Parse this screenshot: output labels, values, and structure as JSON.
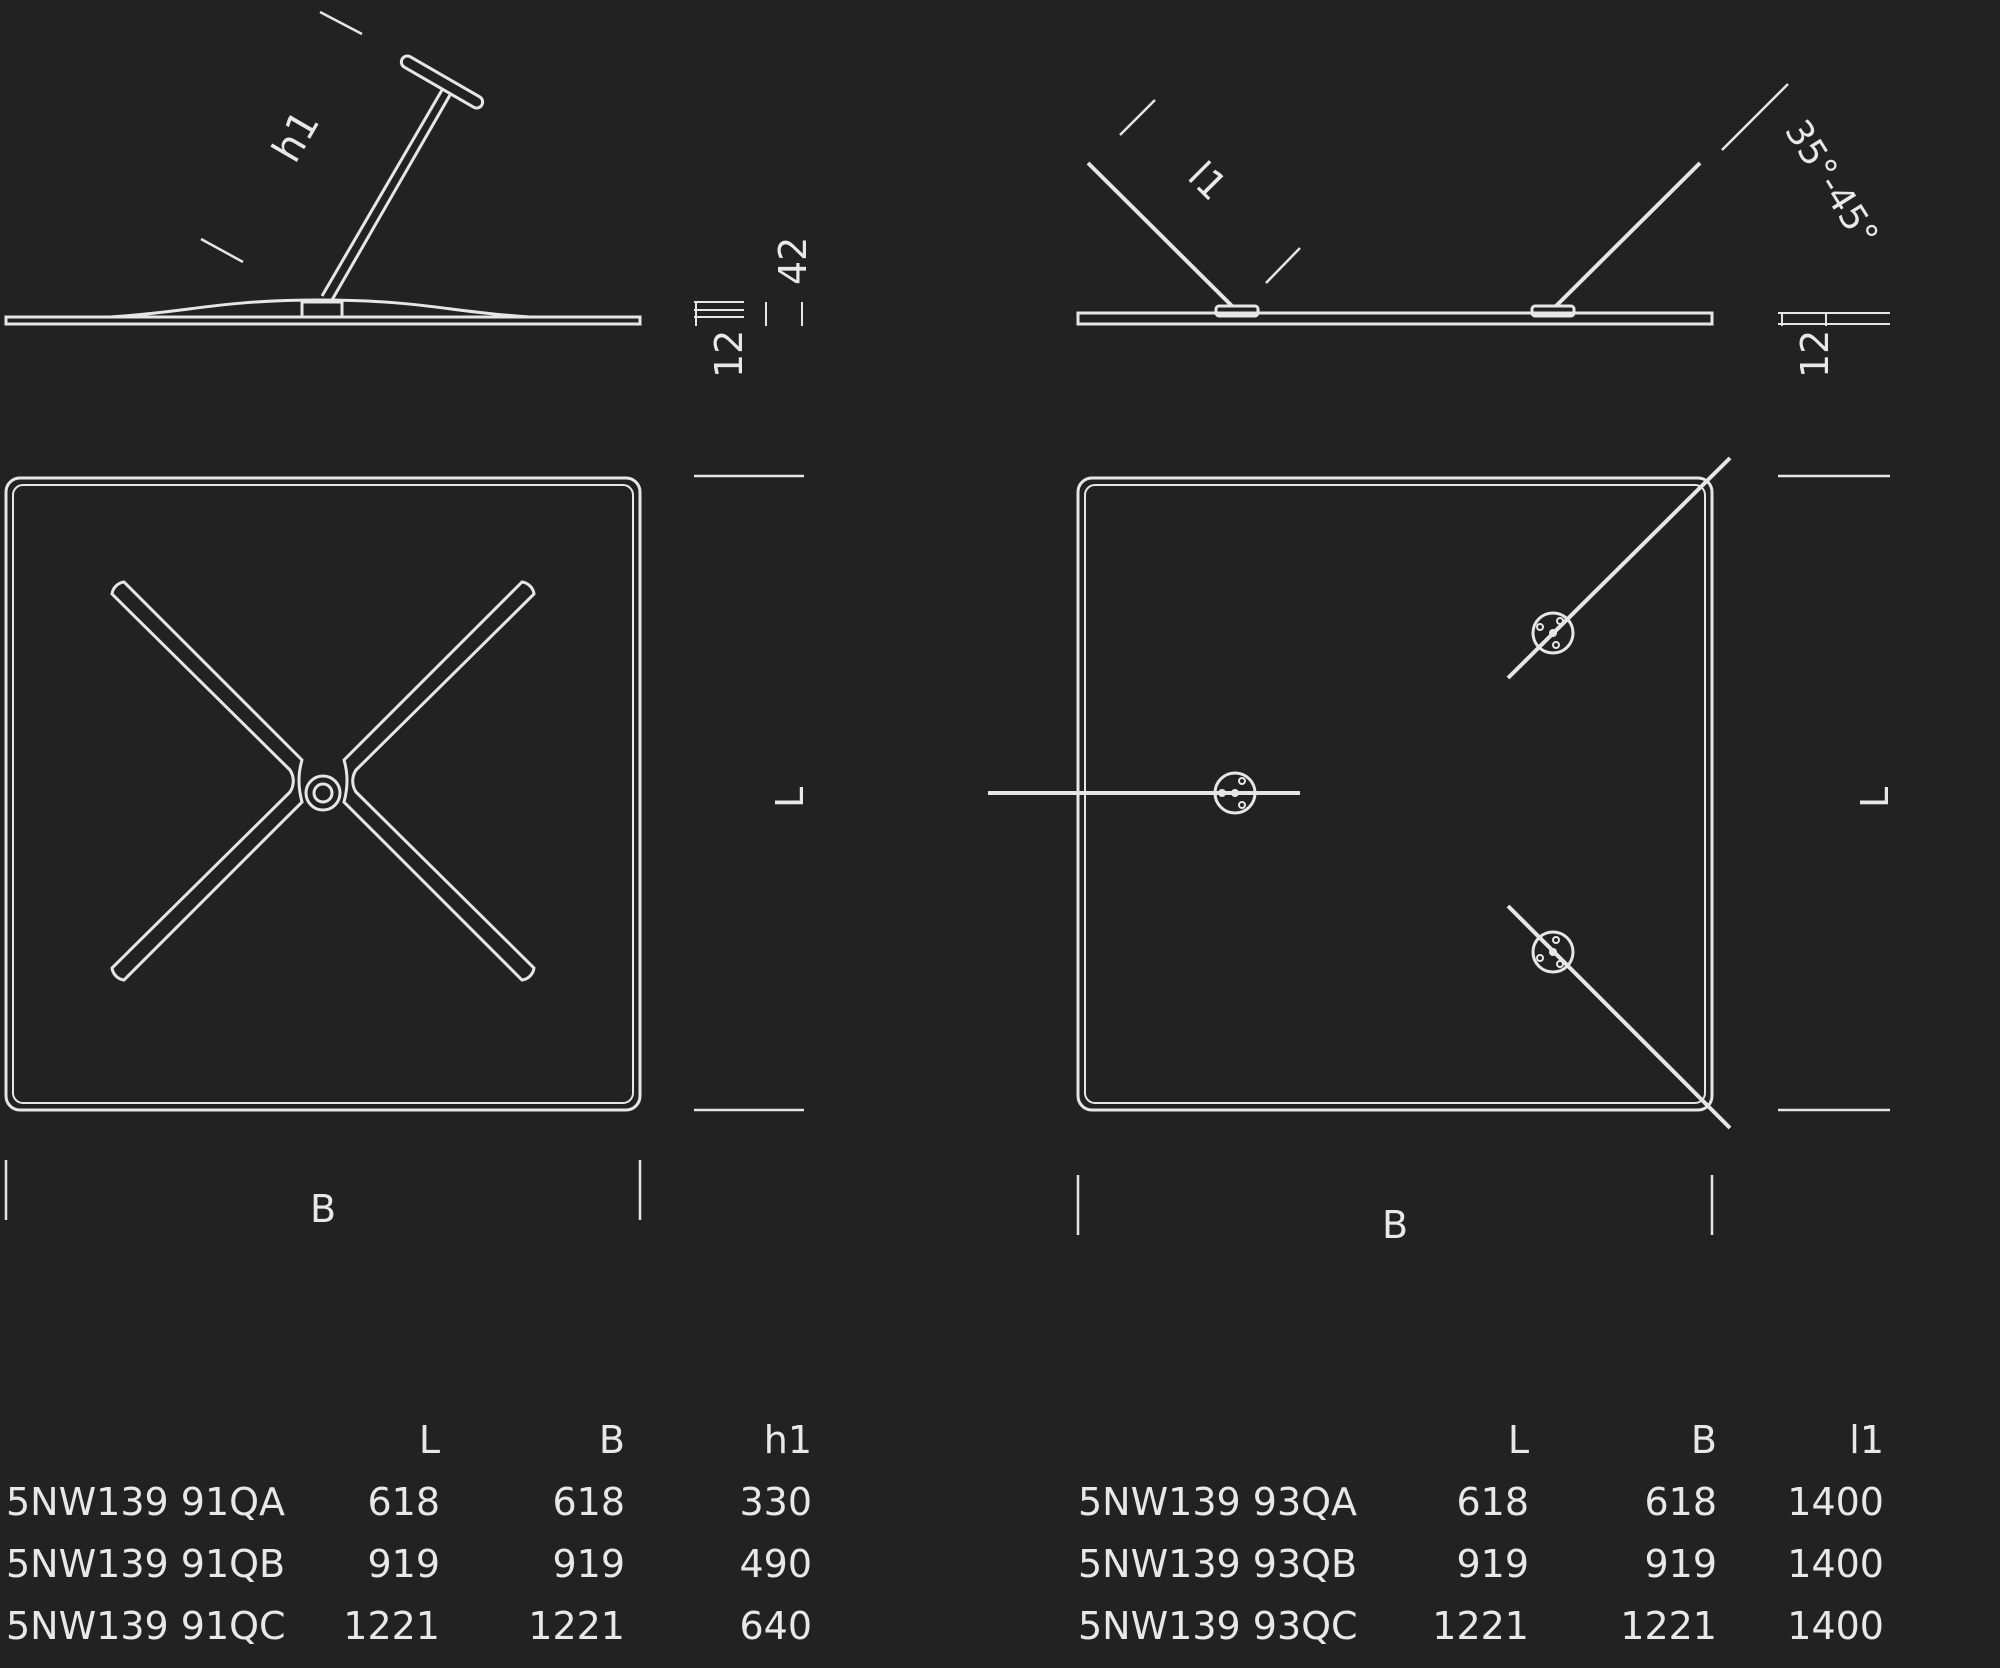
{
  "colors": {
    "background": "#222222",
    "line": "#e6e6e6",
    "text": "#e8e8e8"
  },
  "left_drawing": {
    "side_label_h": "h1",
    "dim_thickness": "12",
    "dim_height": "42",
    "plan_label_length": "L",
    "plan_label_width": "B"
  },
  "right_drawing": {
    "side_label_l": "l1",
    "angle_label": "35°-45°",
    "dim_thickness": "12",
    "plan_label_length": "L",
    "plan_label_width": "B"
  },
  "table_left": {
    "headers": [
      "L",
      "B",
      "h1"
    ],
    "rows": [
      {
        "code": "5NW139 91QA",
        "L": "618",
        "B": "618",
        "h1": "330"
      },
      {
        "code": "5NW139 91QB",
        "L": "919",
        "B": "919",
        "h1": "490"
      },
      {
        "code": "5NW139 91QC",
        "L": "1221",
        "B": "1221",
        "h1": "640"
      }
    ]
  },
  "table_right": {
    "headers": [
      "L",
      "B",
      "l1"
    ],
    "rows": [
      {
        "code": "5NW139 93QA",
        "L": "618",
        "B": "618",
        "l1": "1400"
      },
      {
        "code": "5NW139 93QB",
        "L": "919",
        "B": "919",
        "l1": "1400"
      },
      {
        "code": "5NW139 93QC",
        "L": "1221",
        "B": "1221",
        "l1": "1400"
      }
    ]
  }
}
